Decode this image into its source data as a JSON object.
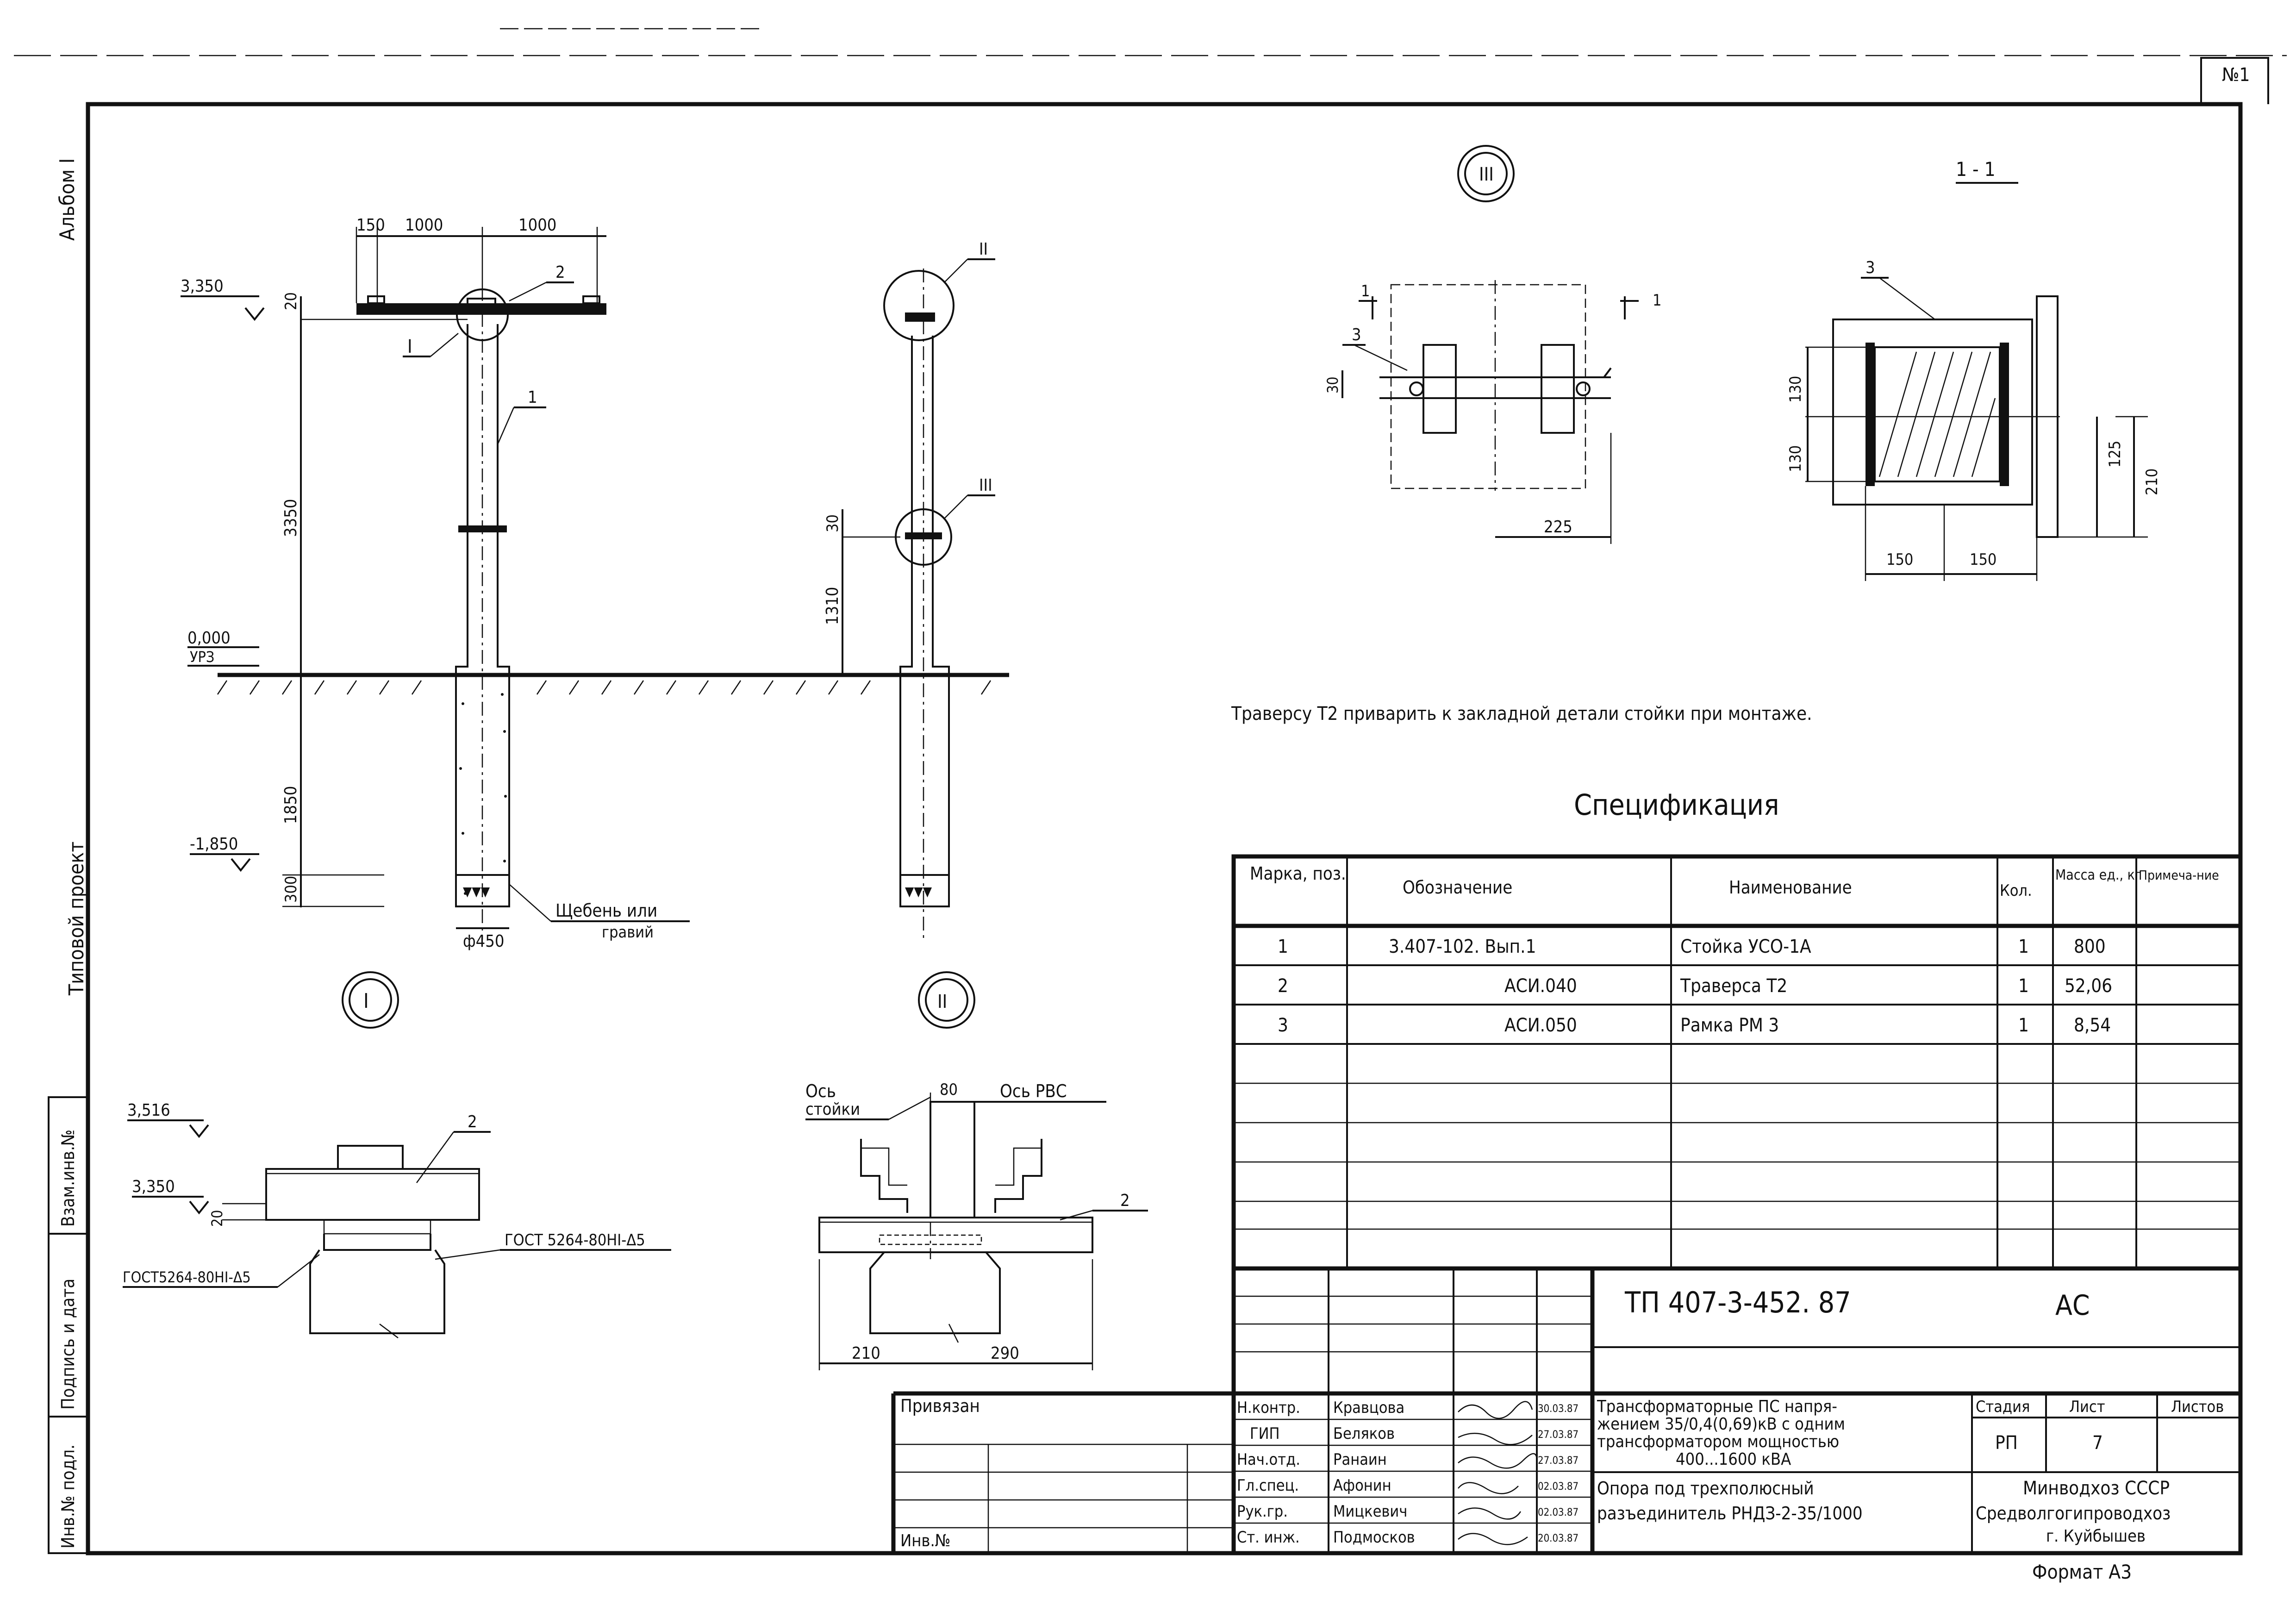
{
  "sheet_number": "№1",
  "side_labels": {
    "album": "Альбом I",
    "type_project": "Типовой проект",
    "inv_podl": "Инв.№ подл.",
    "podpis": "Подпись и дата",
    "vzam": "Взам.инв.№"
  },
  "elevation": {
    "mark_3350": "3,350",
    "mark_0000": "0,000",
    "urz": "УРЗ",
    "mark_neg1850": "-1,850",
    "dim_150": "150",
    "dim_1000a": "1000",
    "dim_1000b": "1000",
    "dim_20": "20",
    "dim_3350": "3350",
    "dim_1850": "1850",
    "dim_300": "300",
    "dia_450": "ф450",
    "callout_I": "I",
    "pos_1": "1",
    "pos_2": "2",
    "gravel_1": "Щебень или",
    "gravel_2": "гравий"
  },
  "side_view": {
    "callout_II": "II",
    "callout_III": "III",
    "dim_30": "30",
    "dim_1310": "1310"
  },
  "detail_III": {
    "roman": "III",
    "section_1": "1",
    "section_1b": "1",
    "pos_3": "3",
    "dim_30": "30",
    "dim_225": "225"
  },
  "section_11": {
    "title": "1 - 1",
    "pos_3": "3",
    "dim_130a": "130",
    "dim_130b": "130",
    "dim_125": "125",
    "dim_210": "210",
    "dim_150a": "150",
    "dim_150b": "150"
  },
  "detail_I": {
    "roman": "I",
    "mark_3516": "3,516",
    "mark_3350": "3,350",
    "dim_20": "20",
    "pos_2": "2",
    "gost_right": "ГОСТ 5264-80НI-Δ5",
    "gost_left": "ГОСТ5264-80НI-Δ5"
  },
  "detail_II": {
    "roman": "II",
    "axis_post_1": "Ось",
    "axis_post_2": "стойки",
    "axis_rvs": "Ось РВС",
    "dim_80": "80",
    "pos_2": "2",
    "dim_210": "210",
    "dim_290": "290"
  },
  "note": "Траверсу Т2 приварить к закладной детали стойки при монтаже.",
  "spec": {
    "title": "Спецификация",
    "headers": [
      "Марка, поз.",
      "Обозначение",
      "Наименование",
      "Кол.",
      "Масса ед., кг",
      "Примеча-ние"
    ],
    "rows": [
      [
        "1",
        "3.407-102. Вып.1",
        "Стойка УСО-1А",
        "1",
        "800",
        ""
      ],
      [
        "2",
        "АСИ.040",
        "Траверса Т2",
        "1",
        "52,06",
        ""
      ],
      [
        "3",
        "АСИ.050",
        "Рамка РМ 3",
        "1",
        "8,54",
        ""
      ]
    ]
  },
  "title_block": {
    "code": "ТП  407-3-452. 87",
    "section": "АС",
    "privyazan": "Привязан",
    "inv": "Инв.№",
    "roles": [
      "Н.контр.",
      "ГИП",
      "Нач.отд.",
      "Гл.спец.",
      "Рук.гр.",
      "Ст. инж."
    ],
    "names": [
      "Кравцова",
      "Беляков",
      "Ранаин",
      "Афонин",
      "Мицкевич",
      "Подмосков"
    ],
    "dates": [
      "30.03.87",
      "27.03.87",
      "27.03.87",
      "02.03.87",
      "02.03.87",
      "20.03.87"
    ],
    "project_1": "Трансформаторные ПС напря-",
    "project_2": "жением 35/0,4(0,69)кВ с одним",
    "project_3": "трансформатором мощностью",
    "project_4": "400...1600 кВА",
    "drawing_1": "Опора под трехполюсный",
    "drawing_2": "разъединитель РНДЗ-2-35/1000",
    "stage_label": "Стадия",
    "sheet_label": "Лист",
    "sheets_label": "Листов",
    "stage": "РП",
    "sheet": "7",
    "org_1": "Минводхоз СССР",
    "org_2": "Средволгогипроводхоз",
    "org_3": "г. Куйбышев",
    "format": "Формат А3"
  }
}
